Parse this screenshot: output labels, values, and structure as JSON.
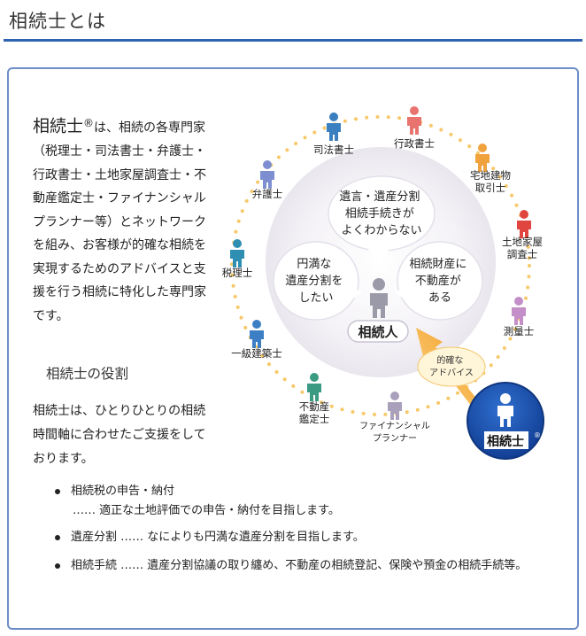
{
  "header": {
    "title": "相続士とは"
  },
  "intro": {
    "lead": "相続士",
    "mark": "®",
    "body": "は、相続の各専門家（税理士・司法書士・弁護士・行政書士・土地家屋調査士・不動産鑑定士・ファイナンシャルプランナー等）とネットワークを組み、お客様が的確な相続を実現するためのアドバイスと支援を行う相続に特化した専門家です。"
  },
  "role": {
    "heading": "相続士の役割",
    "text": "相続士は、ひとりひとりの相続時間軸に合わせたご支援をしております。",
    "bullets": [
      {
        "title": "相続税の申告・納付",
        "detail": "…… 適正な土地評価での申告・納付を目指します。"
      },
      {
        "title": "遺産分割",
        "detail": "…… なによりも円満な遺産分割を目指します。"
      },
      {
        "title": "相続手続",
        "detail": "…… 遺産分割協議の取り纏め、不動産の相続登記、保険や預金の相続手続等。"
      }
    ]
  },
  "diagram": {
    "professionals": [
      {
        "label": [
          "司法書士"
        ],
        "color": "#3a7fbf"
      },
      {
        "label": [
          "行政書士"
        ],
        "color": "#e8736f"
      },
      {
        "label": [
          "宅地建物",
          "取引士"
        ],
        "color": "#f0a23c"
      },
      {
        "label": [
          "土地家屋",
          "調査士"
        ],
        "color": "#e0463f"
      },
      {
        "label": [
          "測量士"
        ],
        "color": "#c48fc8"
      },
      {
        "label": [
          "ファイナンシャル",
          "プランナー"
        ],
        "color": "#a9a0bc"
      },
      {
        "label": [
          "不動産",
          "鑑定士"
        ],
        "color": "#3a9b82"
      },
      {
        "label": [
          "一級建築士"
        ],
        "color": "#3d7fc4"
      },
      {
        "label": [
          "税理士"
        ],
        "color": "#2e8fb2"
      },
      {
        "label": [
          "弁護士"
        ],
        "color": "#7d8fd0"
      }
    ],
    "bubbles": {
      "top": [
        "遺言・遺産分割",
        "相続手続きが",
        "よくわからない"
      ],
      "left": [
        "円満な",
        "遺産分割を",
        "したい"
      ],
      "right": [
        "相続財産に",
        "不動産が",
        "ある"
      ]
    },
    "center_label": "相続人",
    "advice_label": [
      "的確な",
      "アドバイス"
    ],
    "badge_label": "相続士",
    "badge_mark": "®",
    "colors": {
      "person_gray": "#9a9aa8",
      "badge": "#1d4fa8",
      "arrow": "#f5a623",
      "dots": "#f7c868"
    }
  }
}
